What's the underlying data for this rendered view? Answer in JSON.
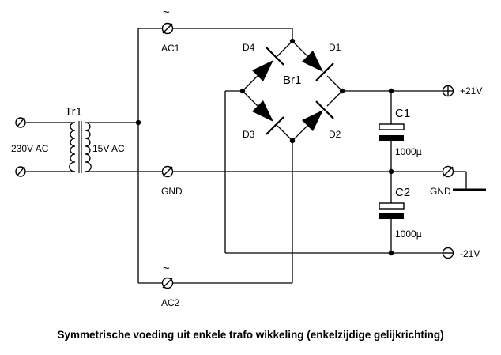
{
  "diagram": {
    "caption": "Symmetrische voeding uit enkele trafo wikkeling (enkelzijdige gelijkrichting)",
    "transformer": {
      "name": "Tr1",
      "primary": "230V AC",
      "secondary": "15V AC"
    },
    "bridge": {
      "name": "Br1",
      "diodes": [
        "D1",
        "D2",
        "D3",
        "D4"
      ]
    },
    "terminals": {
      "ac1": "AC1",
      "ac2": "AC2",
      "gnd": "GND",
      "gnd_out": "GND",
      "pos": "+21V",
      "neg": "-21V",
      "ac_symbol": "~"
    },
    "capacitors": [
      {
        "name": "C1",
        "value": "1000µ"
      },
      {
        "name": "C2",
        "value": "1000µ"
      }
    ]
  }
}
